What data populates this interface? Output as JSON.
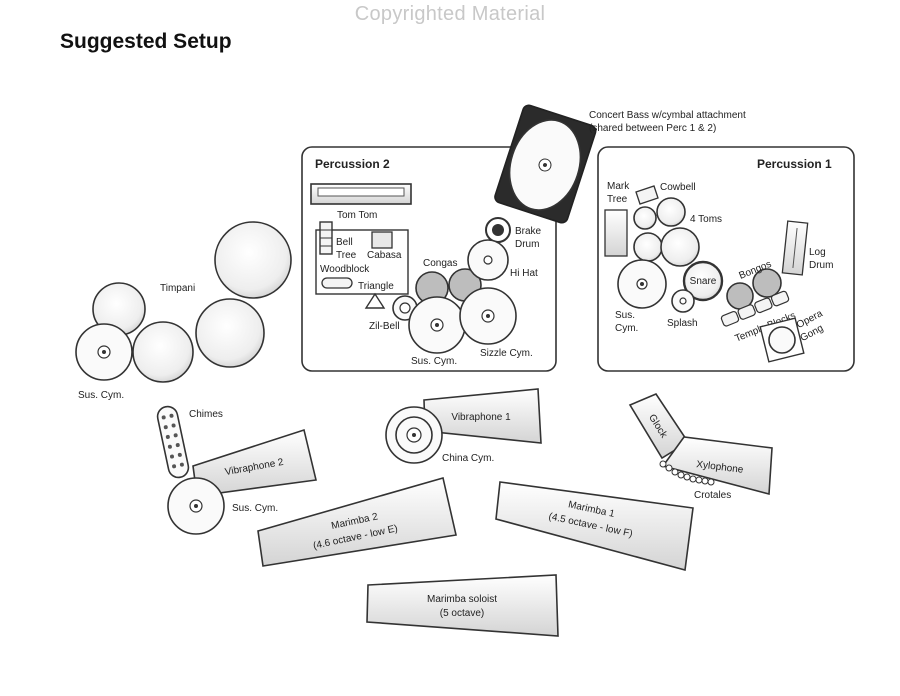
{
  "watermark": "Copyrighted Material",
  "heading": "Suggested Setup",
  "boxes": {
    "perc2": "Percussion 2",
    "perc1": "Percussion 1"
  },
  "labels": {
    "timpani": "Timpani",
    "sus_cym_left": "Sus. Cym.",
    "concert_bass_line1": "Concert Bass w/cymbal attachment",
    "concert_bass_line2": "(shared between Perc 1 & 2)",
    "tom_tom": "Tom Tom",
    "bell_tree_line1": "Bell",
    "bell_tree_line2": "Tree",
    "cabasa": "Cabasa",
    "woodblock": "Woodblock",
    "triangle": "Triangle",
    "congas": "Congas",
    "brake_drum_line1": "Brake",
    "brake_drum_line2": "Drum",
    "hi_hat": "Hi Hat",
    "zil_bell": "Zil-Bell",
    "sus_cym_p2": "Sus. Cym.",
    "sizzle_cym": "Sizzle Cym.",
    "mark_tree_line1": "Mark",
    "mark_tree_line2": "Tree",
    "cowbell": "Cowbell",
    "four_toms": "4 Toms",
    "snare": "Snare",
    "bongos": "Bongos",
    "log_drum_line1": "Log",
    "log_drum_line2": "Drum",
    "sus_cym_p1_line1": "Sus.",
    "sus_cym_p1_line2": "Cym.",
    "splash": "Splash",
    "temple_blocks": "Temple Blocks",
    "opera_gong_line1": "Opera",
    "opera_gong_line2": "Gong",
    "chimes": "Chimes",
    "vibraphone2": "Vibraphone 2",
    "sus_cym_bottom": "Sus. Cym.",
    "vibraphone1": "Vibraphone 1",
    "china_cym": "China Cym.",
    "glock": "Glock",
    "xylophone": "Xylophone",
    "crotales": "Crotales",
    "marimba2_line1": "Marimba 2",
    "marimba2_line2": "(4.6 octave - low E)",
    "marimba1_line1": "Marimba 1",
    "marimba1_line2": "(4.5 octave - low F)",
    "marimba_soloist_line1": "Marimba soloist",
    "marimba_soloist_line2": "(5 octave)"
  }
}
